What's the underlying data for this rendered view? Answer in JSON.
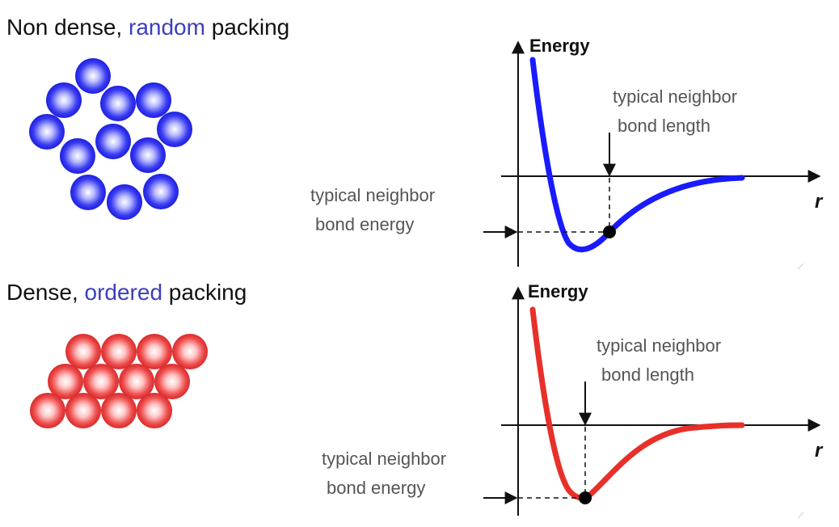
{
  "top": {
    "heading_pre": "Non dense,",
    "heading_accent": "random",
    "heading_post": "packing",
    "axis_y_label": "Energy",
    "axis_x_label": "r",
    "length_label_1": "typical neighbor",
    "length_label_2": "bond length",
    "energy_label_1": "typical neighbor",
    "energy_label_2": "bond energy",
    "curve_color": "#1a1aff"
  },
  "bottom": {
    "heading_pre": "Dense,",
    "heading_accent": "ordered",
    "heading_post": "packing",
    "axis_y_label": "Energy",
    "axis_x_label": "r",
    "length_label_1": "typical neighbor",
    "length_label_2": "bond length",
    "energy_label_1": "typical neighbor",
    "energy_label_2": "bond energy",
    "curve_color": "#e8302a"
  },
  "colors": {
    "accent_text": "#3b3fbf",
    "blue_sphere": "#2222ee",
    "red_sphere": "#e53a3a"
  }
}
